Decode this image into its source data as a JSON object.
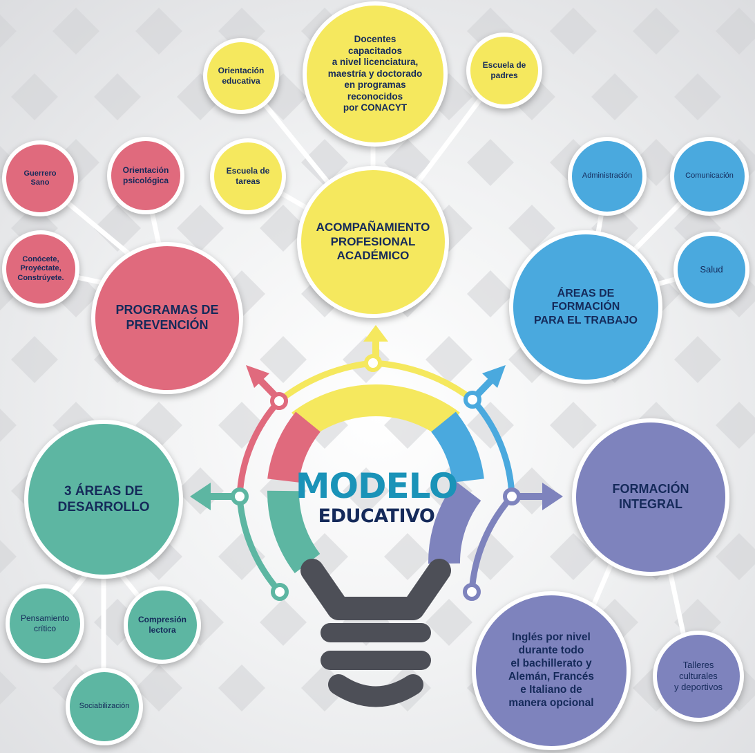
{
  "colors": {
    "yellow": "#f5e85e",
    "red": "#e06a7d",
    "blue": "#4aa9de",
    "teal": "#5db6a2",
    "purple": "#7e83bd",
    "bulb": "#4d4f57",
    "navy": "#152a5a",
    "accent_blue": "#1a93b8"
  },
  "center": {
    "title": "MODELO",
    "subtitle": "EDUCATIVO"
  },
  "acompanamiento": {
    "label": "ACOMPAÑAMIENTO\nPROFESIONAL\nACADÉMICO",
    "items": [
      "Docentes\ncapacitados\na nivel licenciatura,\nmaestría y doctorado\nen programas\nreconocidos\npor CONACYT",
      "Orientación\neducativa",
      "Escuela de\npadres",
      "Escuela de\ntareas"
    ]
  },
  "prevencion": {
    "label": "PROGRAMAS DE\nPREVENCIÓN",
    "items": [
      "Guerrero\nSano",
      "Orientación\npsicológica",
      "Conócete,\nProyéctate,\nConstrúyete."
    ]
  },
  "formacion_trabajo": {
    "label": "ÁREAS DE\nFORMACIÓN\nPARA EL TRABAJO",
    "items": [
      "Administración",
      "Comunicación",
      "Salud"
    ]
  },
  "desarrollo": {
    "label": "3 ÁREAS DE\nDESARROLLO",
    "items": [
      "Pensamiento\ncrítico",
      "Compresión\nlectora",
      "Sociabilización"
    ]
  },
  "integral": {
    "label": "FORMACIÓN\nINTEGRAL",
    "items": [
      "Inglés por nivel\ndurante todo\nel bachillerato y\nAlemán, Francés\ne Italiano de\nmanera opcional",
      "Talleres\nculturales\ny deportivos"
    ]
  }
}
